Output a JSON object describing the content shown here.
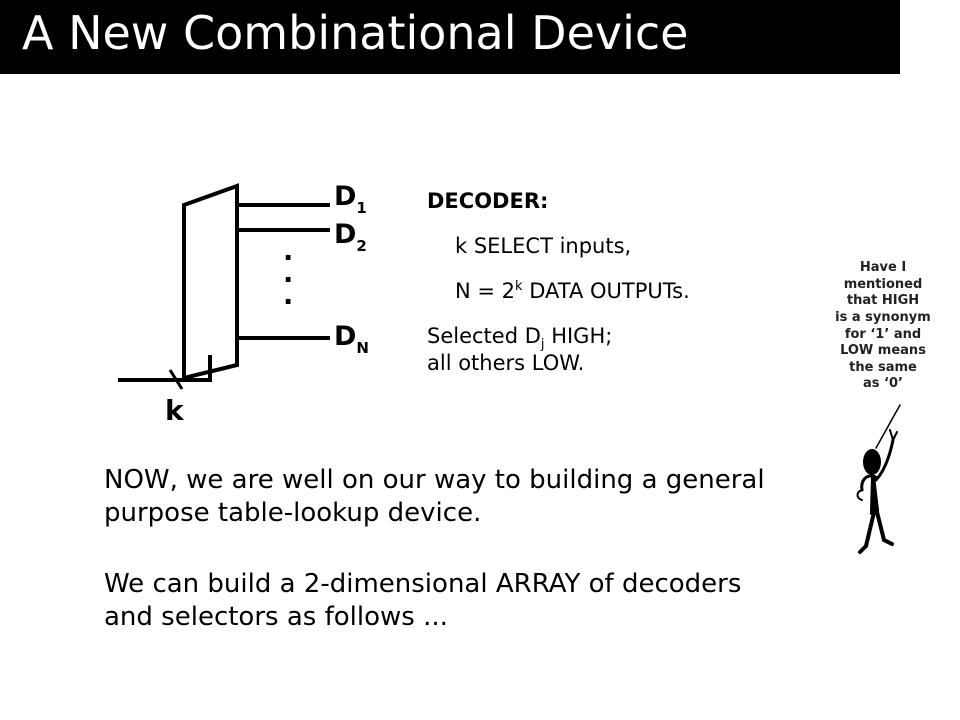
{
  "slide": {
    "title": "A New Combinational Device"
  },
  "diagram": {
    "outputs": [
      {
        "main": "D",
        "sub": "1"
      },
      {
        "main": "D",
        "sub": "2"
      },
      {
        "main": "D",
        "sub": "N"
      }
    ],
    "input_label": "k",
    "ellipsis": "."
  },
  "description": {
    "heading": "DECODER:",
    "line1": "k SELECT inputs,",
    "line2_prefix": "N = 2",
    "line2_sup": "k",
    "line2_suffix": " DATA OUTPUTs.",
    "line3_prefix": "Selected D",
    "line3_sub": "j",
    "line3_suffix": " HIGH;",
    "line4": "all others LOW."
  },
  "body": {
    "paragraph1_line1": "NOW, we are well on our way to building a general",
    "paragraph1_line2": "purpose table-lookup device.",
    "paragraph2_line1": "We can build a 2-dimensional ARRAY of decoders",
    "paragraph2_line2": "and selectors as follows ..."
  },
  "note": {
    "lines": [
      "Have I",
      "mentioned",
      "that HIGH",
      "is a synonym",
      "for ‘1’ and",
      "LOW means",
      "the same",
      "as ‘0’"
    ]
  }
}
